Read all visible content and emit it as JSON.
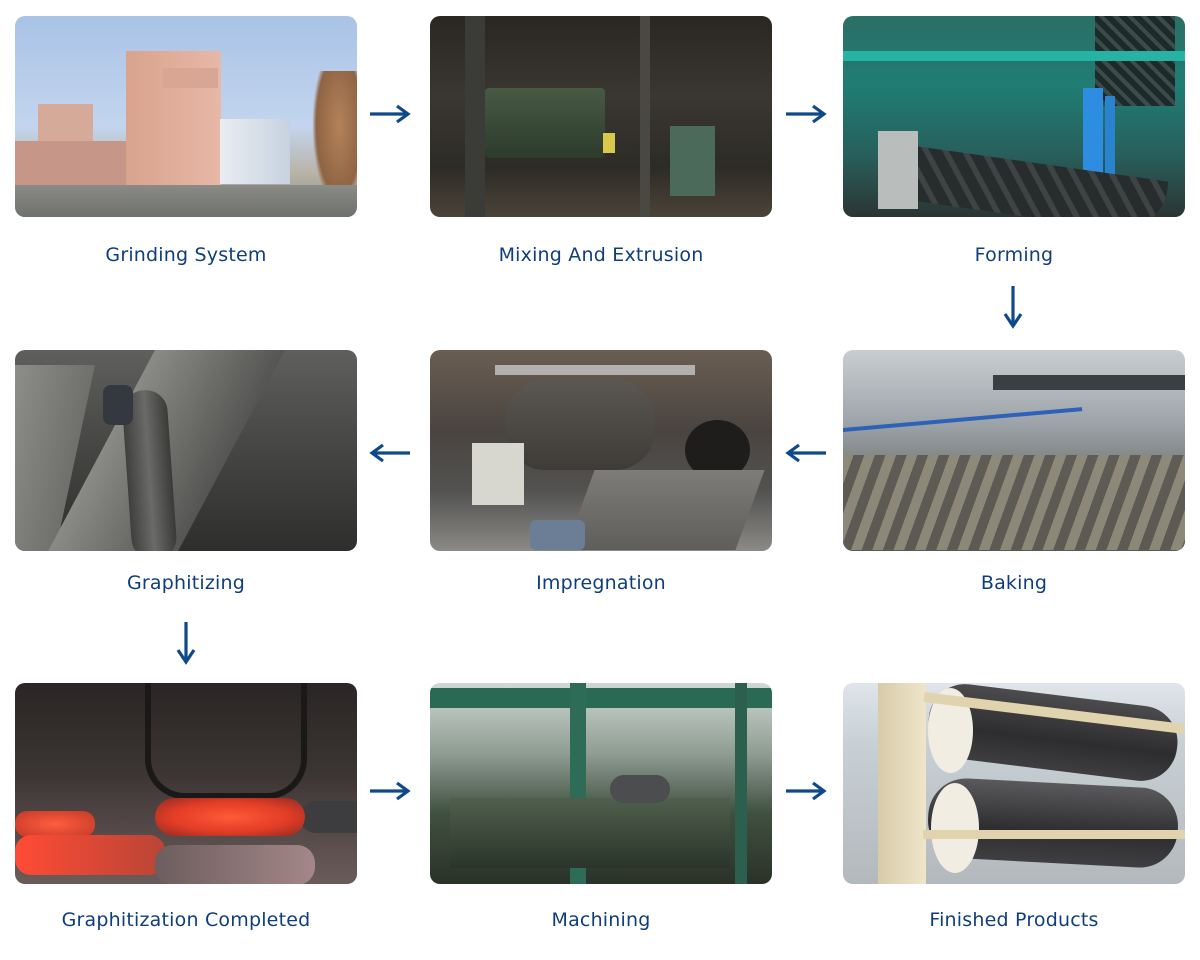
{
  "process_flow": {
    "steps": [
      {
        "label": "Grinding System",
        "photo": "factory-buildings-photo"
      },
      {
        "label": "Mixing And Extrusion",
        "photo": "mixing-machinery-photo"
      },
      {
        "label": "Forming",
        "photo": "forming-machine-photo"
      },
      {
        "label": "Graphitizing",
        "photo": "graphitizing-furnace-photo"
      },
      {
        "label": "Impregnation",
        "photo": "impregnation-tank-photo"
      },
      {
        "label": "Baking",
        "photo": "baking-furnace-photo"
      },
      {
        "label": "Graphitization Completed",
        "photo": "hot-electrodes-photo"
      },
      {
        "label": "Machining",
        "photo": "machining-line-photo"
      },
      {
        "label": "Finished Products",
        "photo": "packed-electrodes-photo"
      }
    ],
    "arrows": [
      {
        "from": "Grinding System",
        "to": "Mixing And Extrusion",
        "direction": "right"
      },
      {
        "from": "Mixing And Extrusion",
        "to": "Forming",
        "direction": "right"
      },
      {
        "from": "Forming",
        "to": "Baking",
        "direction": "down"
      },
      {
        "from": "Baking",
        "to": "Impregnation",
        "direction": "left"
      },
      {
        "from": "Impregnation",
        "to": "Graphitizing",
        "direction": "left"
      },
      {
        "from": "Graphitizing",
        "to": "Graphitization Completed",
        "direction": "down"
      },
      {
        "from": "Graphitization Completed",
        "to": "Machining",
        "direction": "right"
      },
      {
        "from": "Machining",
        "to": "Finished Products",
        "direction": "right"
      }
    ],
    "colors": {
      "caption": "#0e3f7c",
      "arrow": "#0e4a8a",
      "background": "#ffffff"
    }
  }
}
